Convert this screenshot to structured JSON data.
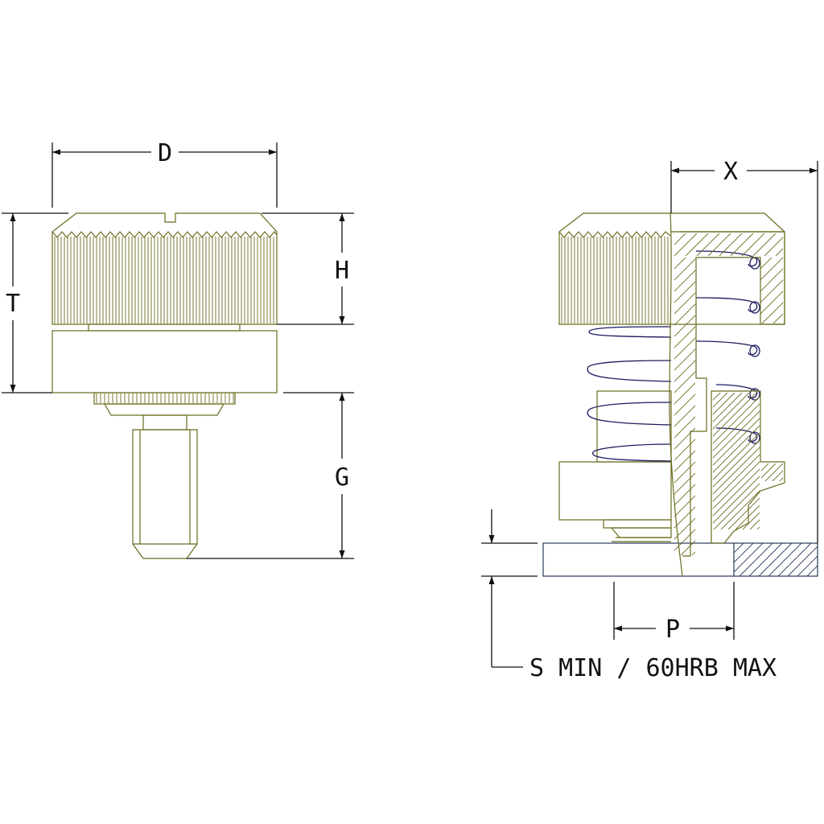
{
  "labels": {
    "D": "D",
    "T": "T",
    "H": "H",
    "G": "G",
    "X": "X",
    "P": "P",
    "S": "S MIN / 60HRB MAX"
  },
  "colors": {
    "part": "#6b6b1e",
    "spring": "#1a1a5e",
    "panel": "#2a3a5a",
    "dimension": "#111111"
  }
}
